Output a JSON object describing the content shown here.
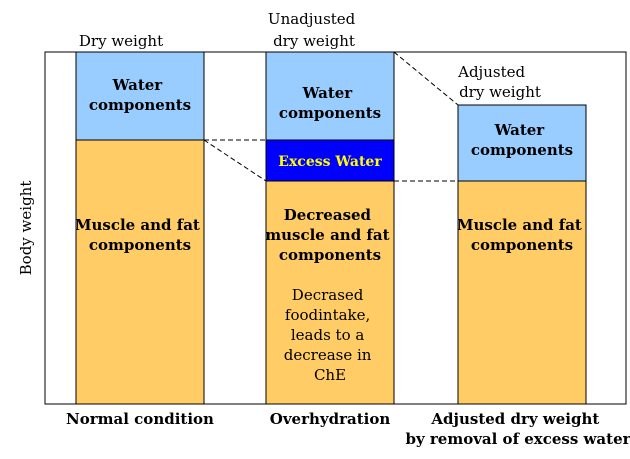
{
  "axis": {
    "ylabel": "Body weight"
  },
  "colors": {
    "water": "#99CCFF",
    "muscle_fat": "#FFCC66",
    "excess": "#0000FF",
    "excess_text": "#FFFF00",
    "outline": "#000000"
  },
  "columns": [
    {
      "id": "normal",
      "top_label": [
        "Dry weight"
      ],
      "water_label": [
        "Water",
        "components"
      ],
      "body_label": [
        "Muscle and fat",
        "components"
      ],
      "category": [
        "Normal condition"
      ]
    },
    {
      "id": "overhydration",
      "top_label": [
        "Unadjusted",
        "dry weight"
      ],
      "water_label": [
        "Water",
        "components"
      ],
      "excess_label": "Excess Water",
      "body_label": [
        "Decreased",
        "muscle and fat",
        "components"
      ],
      "body_note": [
        "Decrased",
        "foodintake,",
        "leads to a",
        "decrease in",
        "ChE"
      ],
      "category": [
        "Overhydration"
      ]
    },
    {
      "id": "adjusted",
      "top_label": [
        "Adjusted",
        "dry weight"
      ],
      "water_label": [
        "Water",
        "components"
      ],
      "body_label": [
        "Muscle and fat",
        "components"
      ],
      "category": [
        "Adjusted dry weight",
        "by removal of excess water"
      ]
    }
  ]
}
